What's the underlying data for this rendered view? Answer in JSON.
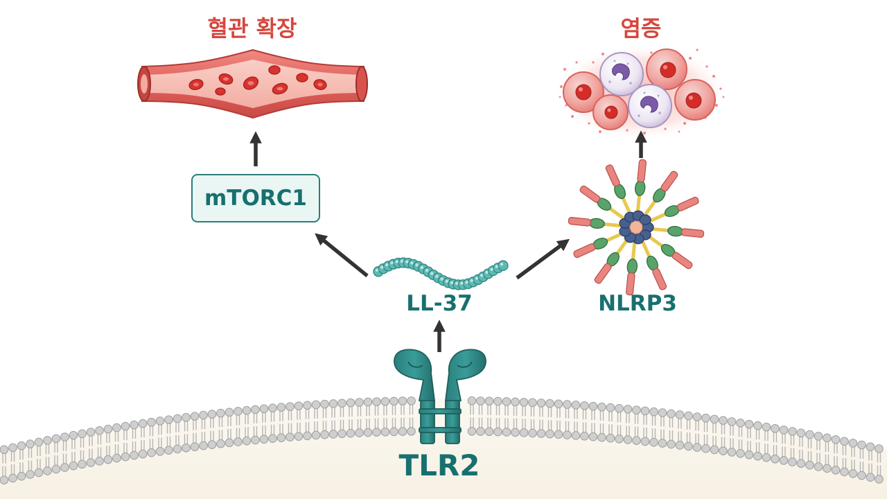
{
  "labels": {
    "vasodilation": "혈관 확장",
    "inflammation": "염증",
    "mtorc1": "mTORC1",
    "ll37": "LL-37",
    "nlrp3": "NLRP3",
    "tlr2": "TLR2"
  },
  "colors": {
    "teal_text": "#17706f",
    "red_text": "#d5473f",
    "arrow": "#333333",
    "vessel_wall": "#e0615c",
    "blood_cell": "#d9332e",
    "peptide_bead": "#5fb9b3",
    "membrane_head": "#c8c8c8",
    "receptor": "#2f8d8a",
    "nlrp3_core": "#47608f",
    "nlrp3_mid": "#5aa36a",
    "nlrp3_tip": "#e9847e",
    "nlrp3_linker": "#e8c94f",
    "neutrophil": "#b9a3d0"
  },
  "icons": {
    "vessel": "blood-vessel-icon",
    "cells": "inflammatory-cells-icon",
    "peptide": "ll37-peptide-icon",
    "inflammasome": "nlrp3-inflammasome-icon",
    "receptor": "tlr2-receptor-icon",
    "membrane": "cell-membrane-icon"
  }
}
